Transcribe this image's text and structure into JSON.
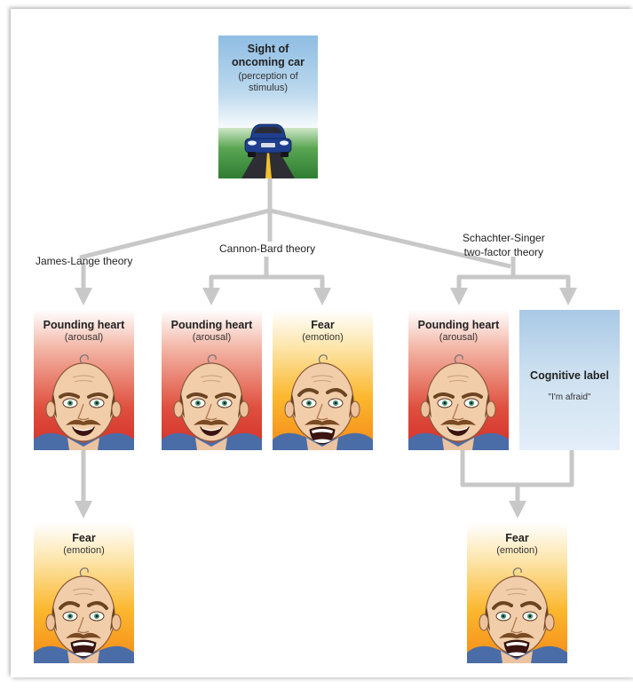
{
  "stimulus": {
    "title_line1": "Sight of",
    "title_line2": "oncoming car",
    "sub_line1": "(perception of",
    "sub_line2": "stimulus)"
  },
  "theories": {
    "james_lange": "James-Lange theory",
    "cannon_bard": "Cannon-Bard theory",
    "schachter_line1": "Schachter-Singer",
    "schachter_line2": "two-factor theory"
  },
  "arousal": {
    "title": "Pounding heart",
    "sub": "(arousal)"
  },
  "fear": {
    "title": "Fear",
    "sub": "(emotion)"
  },
  "cognitive": {
    "title": "Cognitive label",
    "quote": "\"I'm afraid\""
  },
  "colors": {
    "arrow": "#c8c8c8",
    "arousal_bottom": "#d3302a",
    "fear_bottom": "#f58a18",
    "label_top": "#a9c9e6",
    "sky": "#8fbde3",
    "car": "#1f3f8e",
    "grass": "#3a8f3a"
  },
  "icons": {
    "face": "bald-man-face-icon",
    "car": "car-icon"
  }
}
